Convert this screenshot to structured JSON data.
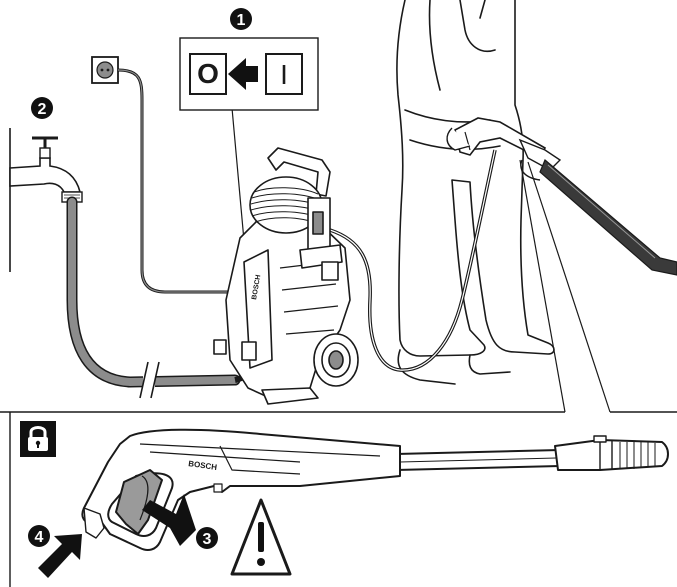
{
  "markers": [
    {
      "id": "marker-1",
      "label": "1"
    },
    {
      "id": "marker-2",
      "label": "2"
    },
    {
      "id": "marker-3",
      "label": "3"
    },
    {
      "id": "marker-4",
      "label": "4"
    }
  ],
  "switch_panel": {
    "off_symbol": "O",
    "on_symbol": "I",
    "arrow_direction": "left"
  },
  "brand_text": "BOSCH",
  "icons": [
    "power-socket-icon",
    "water-tap-icon",
    "padlock-icon",
    "warning-triangle-icon",
    "push-arrow-icon"
  ],
  "colors": {
    "ink": "#1a1a1a",
    "hose_fill": "#8c8c8c",
    "grip_fill": "#9a9a9a",
    "badge": "#111111"
  }
}
